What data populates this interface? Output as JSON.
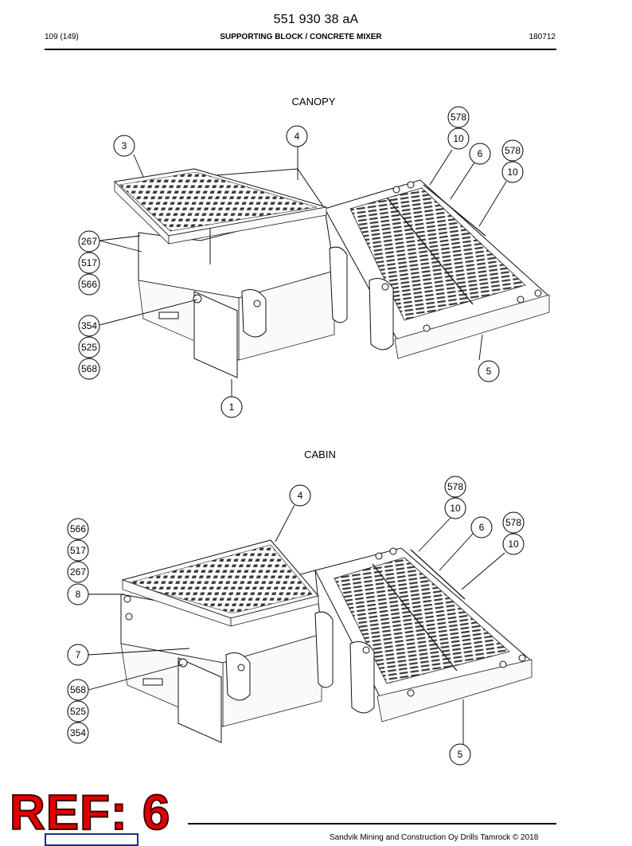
{
  "header": {
    "doc_number": "551 930 38 aA",
    "page": "109 (149)",
    "title": "SUPPORTING BLOCK / CONCRETE MIXER",
    "date_code": "180712"
  },
  "canopy": {
    "title": "CANOPY",
    "callouts": [
      "3",
      "4",
      "578",
      "10",
      "6",
      "578",
      "10",
      "267",
      "517",
      "566",
      "354",
      "525",
      "568",
      "5",
      "1"
    ]
  },
  "cabin": {
    "title": "CABIN",
    "callouts": [
      "4",
      "578",
      "10",
      "6",
      "578",
      "10",
      "566",
      "517",
      "267",
      "8",
      "7",
      "568",
      "525",
      "354",
      "5"
    ]
  },
  "stamp": "REF: 6",
  "footer": {
    "copyright": "Sandvik Mining and Construction Oy Drills Tamrock © 2018"
  }
}
